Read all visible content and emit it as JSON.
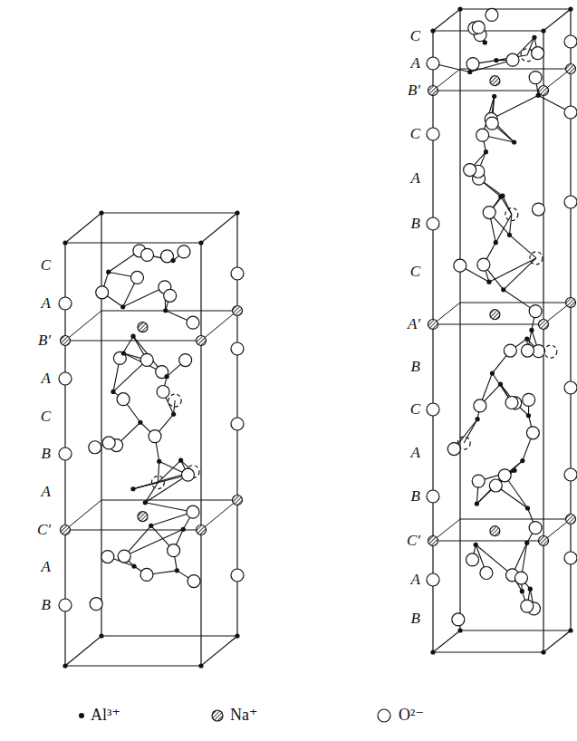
{
  "diagram": {
    "labels": [
      "C",
      "A",
      "B′",
      "A",
      "C",
      "B",
      "A",
      "C′",
      "A",
      "B",
      "C",
      "A",
      "B′",
      "C",
      "A",
      "B",
      "C",
      "A′",
      "B",
      "C",
      "A",
      "B",
      "C′",
      "A",
      "B"
    ],
    "legend": [
      {
        "text": "Al³⁺"
      },
      {
        "text": "Na⁺"
      },
      {
        "text": "O²⁻"
      }
    ]
  }
}
